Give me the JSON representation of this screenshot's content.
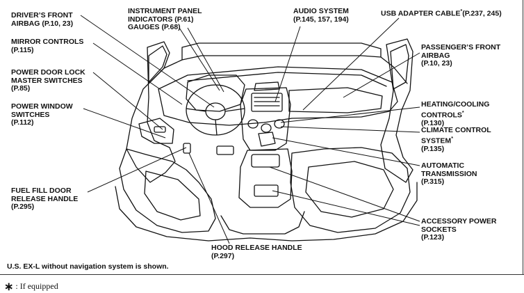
{
  "labels": {
    "drivers_airbag": {
      "line1": "DRIVER’S FRONT",
      "line2": "AIRBAG",
      "ref": "(P.10, 23)"
    },
    "mirror_controls": {
      "line1": "MIRROR CONTROLS",
      "ref": "(P.115)"
    },
    "power_door_lock": {
      "line1": "POWER DOOR LOCK",
      "line2": "MASTER SWITCHES",
      "ref": "(P.85)"
    },
    "power_window": {
      "line1": "POWER WINDOW",
      "line2": "SWITCHES",
      "ref": "(P.112)"
    },
    "fuel_fill": {
      "line1": "FUEL FILL DOOR",
      "line2": "RELEASE HANDLE",
      "ref": "(P.295)"
    },
    "instrument_panel": {
      "line1": "INSTRUMENT PANEL",
      "line2": "INDICATORS",
      "ref": "(P.61)",
      "line3": "GAUGES",
      "ref2": "(P.68)"
    },
    "audio_system": {
      "line1": "AUDIO SYSTEM",
      "ref": "(P.145, 157, 194)"
    },
    "usb_adapter": {
      "line1": "USB ADAPTER CABLE",
      "star": "*",
      "ref": "(P.237, 245)"
    },
    "passengers_airbag": {
      "line1": "PASSENGER’S FRONT",
      "line2": "AIRBAG",
      "ref": "(P.10, 23)"
    },
    "heating_cooling": {
      "line1": "HEATING/COOLING",
      "line2": "CONTROLS",
      "star": "*",
      "ref": "(P.130)"
    },
    "climate_control": {
      "line1": "CLIMATE CONTROL",
      "line2": "SYSTEM",
      "star": "*",
      "ref": "(P.135)"
    },
    "automatic_transmission": {
      "line1": "AUTOMATIC",
      "line2": "TRANSMISSION",
      "ref": "(P.315)"
    },
    "accessory_power": {
      "line1": "ACCESSORY POWER",
      "line2": "SOCKETS",
      "ref": "(P.123)"
    },
    "hood_release": {
      "line1": "HOOD RELEASE HANDLE",
      "ref": "(P.297)"
    }
  },
  "note": "U.S. EX-L without navigation system is shown.",
  "footnote": {
    "star": "∗",
    "text": ": If equipped"
  }
}
